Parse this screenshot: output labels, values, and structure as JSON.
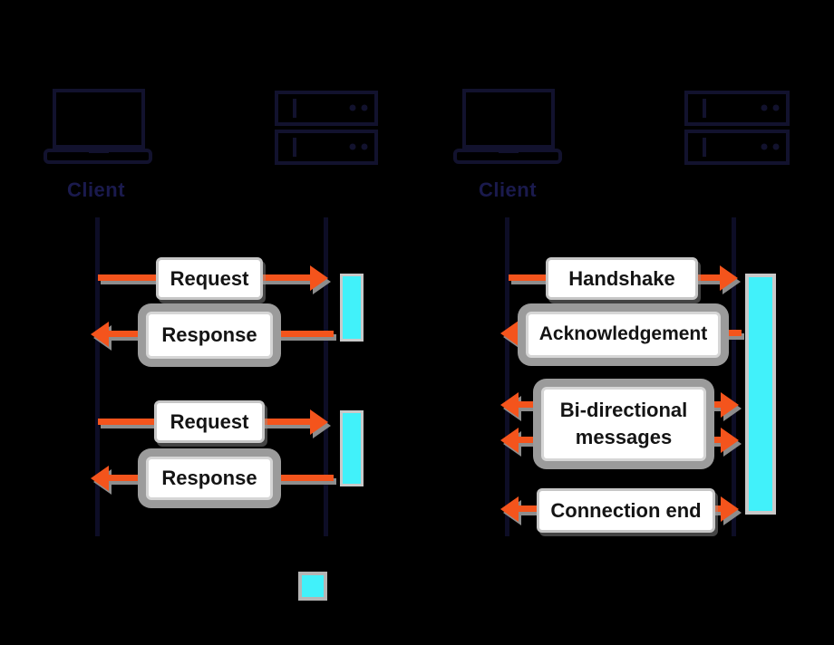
{
  "diagram": {
    "background_color": "#000000",
    "arrow_color": "#F4541C",
    "connection_open_color": "#41F1FA"
  },
  "left_panel": {
    "client_label": "Client",
    "messages": [
      {
        "label": "Request",
        "direction": "right"
      },
      {
        "label": "Response",
        "direction": "left"
      },
      {
        "label": "Request",
        "direction": "right"
      },
      {
        "label": "Response",
        "direction": "left"
      }
    ]
  },
  "right_panel": {
    "client_label": "Client",
    "messages": [
      {
        "label": "Handshake",
        "direction": "right"
      },
      {
        "label": "Acknowledgement",
        "direction": "left"
      },
      {
        "label": "Bi-directional messages",
        "direction": "both"
      },
      {
        "label": "Connection end",
        "direction": "both"
      }
    ]
  },
  "legend": {
    "swatch_color": "#41F1FA"
  }
}
